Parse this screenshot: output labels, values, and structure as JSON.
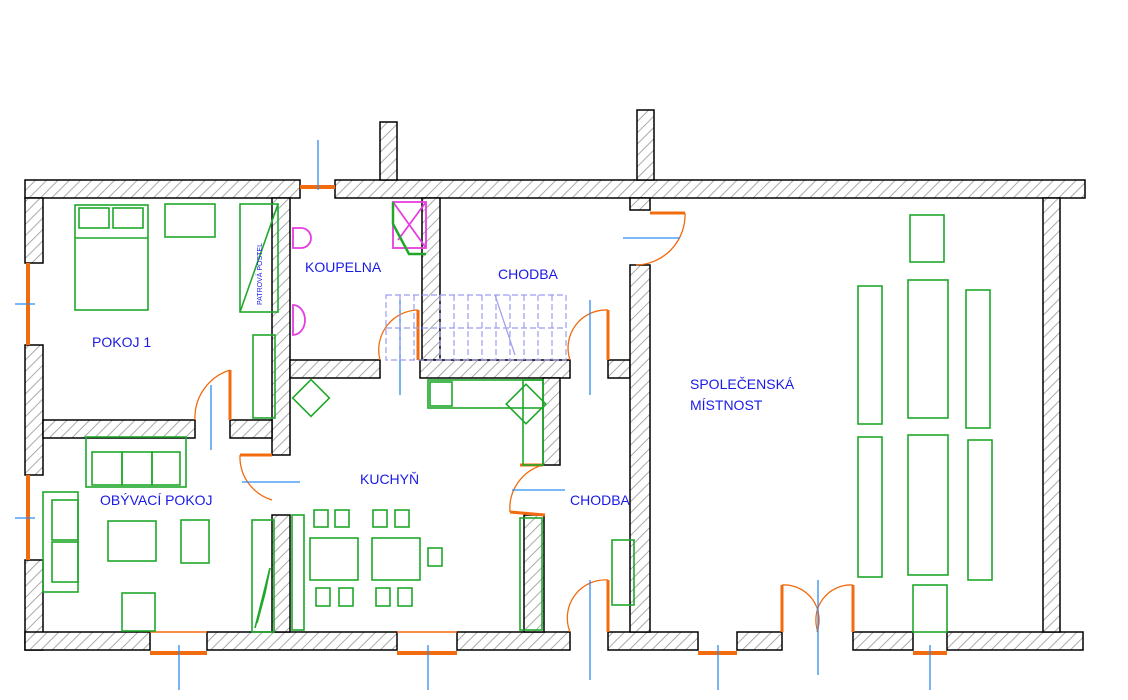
{
  "rooms": {
    "pokoj1": "POKOJ 1",
    "koupelna": "KOUPELNA",
    "chodba_upper": "CHODBA",
    "kuchyn": "KUCHYŇ",
    "chodba_lower": "CHODBA",
    "obyvaci_pokoj": "OBÝVACÍ POKOJ",
    "spolecenska_line1": "SPOLEČENSKÁ",
    "spolecenska_line2": "MÍSTNOST"
  },
  "furniture_labels": {
    "bunk_bed": "PATROVÁ POSTEL"
  },
  "colors": {
    "walls": "#000000",
    "windows_doors": "#f26b0f",
    "furniture": "#1fa82a",
    "sanitary": "#e53de0",
    "labels": "#1a1ae6",
    "axes": "#2f8cf0",
    "stairs": "#9c9cf0"
  }
}
